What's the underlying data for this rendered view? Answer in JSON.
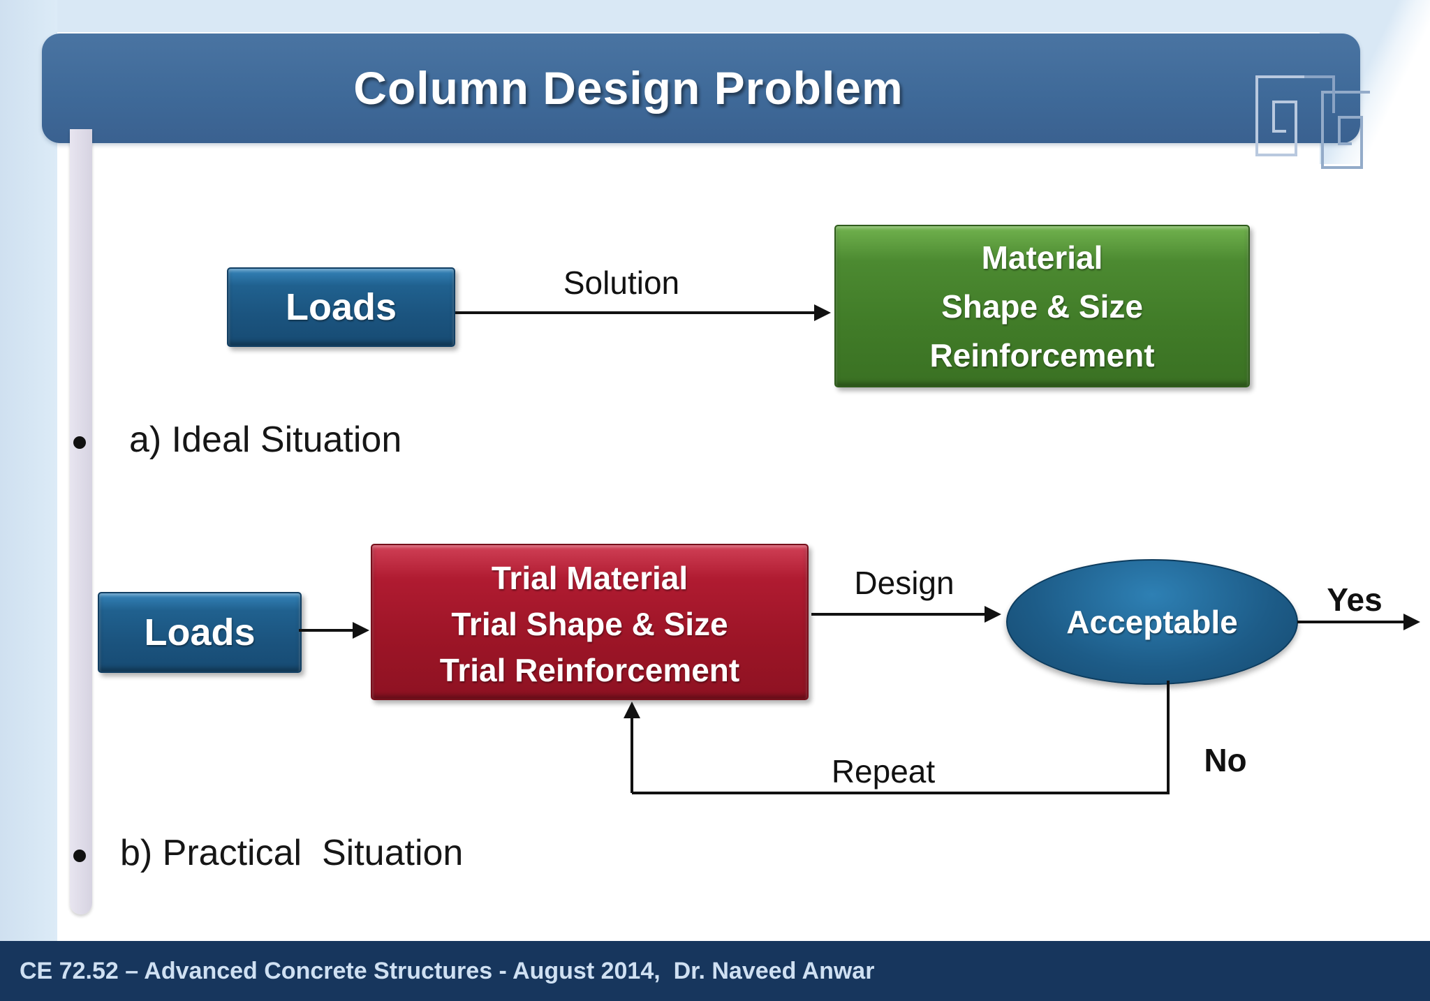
{
  "title": "Column Design Problem",
  "bullets": {
    "a": "a) Ideal Situation",
    "b": "b) Practical  Situation"
  },
  "diagram_ideal": {
    "loads_label": "Loads",
    "arrow_label": "Solution",
    "result_lines": [
      "Material",
      "Shape & Size",
      "Reinforcement"
    ]
  },
  "diagram_practical": {
    "loads_label": "Loads",
    "trial_lines": [
      "Trial Material",
      "Trial Shape & Size",
      "Trial Reinforcement"
    ],
    "design_label": "Design",
    "decision_label": "Acceptable",
    "yes_label": "Yes",
    "no_label": "No",
    "repeat_label": "Repeat"
  },
  "footer": {
    "course_text": "CE 72.52 – Advanced Concrete Structures - August 2014,  Dr. Naveed Anwar"
  },
  "colors": {
    "banner_blue": "#3f6a99",
    "box_blue": "#1b547f",
    "box_green": "#417c28",
    "box_red": "#9d1527",
    "footer_navy": "#17365d",
    "background_light_blue": "#d9e8f5",
    "sidebar_lavender": "#d6d3e1",
    "text_black": "#111111",
    "text_white": "#ffffff"
  }
}
